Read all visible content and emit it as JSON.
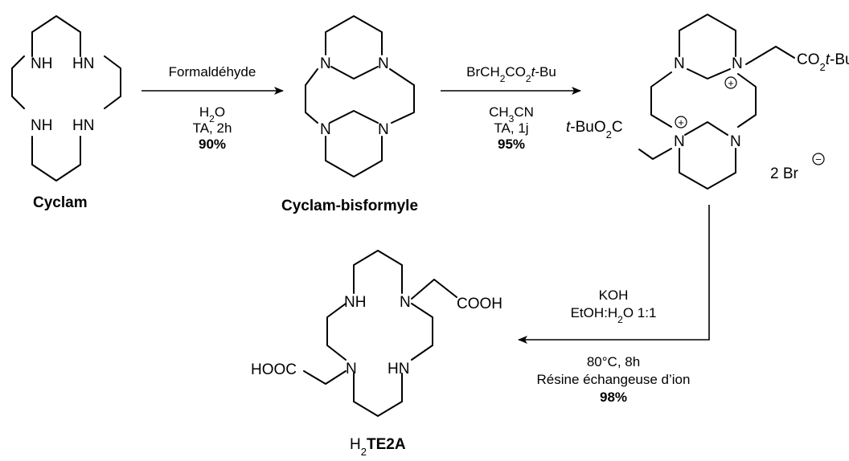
{
  "compounds": {
    "cyclam": {
      "name": "Cyclam",
      "atoms": [
        "NH",
        "HN",
        "NH",
        "HN"
      ]
    },
    "bisformyl": {
      "name": "Cyclam-bisformyle",
      "atoms": [
        "N",
        "N",
        "N",
        "N"
      ]
    },
    "intermediate": {
      "atoms": [
        "N",
        "N",
        "N",
        "N"
      ],
      "charge": "+",
      "sub_right": "CO",
      "sub_right_sub": "2",
      "sub_right_tail": "t",
      "sub_right_tail2": "-Bu",
      "sub_left_t": "t",
      "sub_left": "-BuO",
      "sub_left_sub": "2",
      "sub_left_tail": "C",
      "counterion_num": "2 Br",
      "counterion_charge": "−"
    },
    "product": {
      "name_h": "H",
      "name_sub": "2",
      "name_bold": "TE2A",
      "atoms": [
        "NH",
        "N",
        "N",
        "HN"
      ],
      "acid_right": "COOH",
      "acid_left": "HOOC"
    }
  },
  "steps": [
    {
      "reagent": "Formaldéhyde",
      "cond_h": "H",
      "cond_sub": "2",
      "cond_o": "O",
      "time": "TA, 2h",
      "yield": "90%"
    },
    {
      "reagent_a": "BrCH",
      "reagent_sub1": "2",
      "reagent_b": "CO",
      "reagent_sub2": "2",
      "reagent_t": "t",
      "reagent_c": "-Bu",
      "solvent": "CH",
      "solvent_sub": "3",
      "solvent_b": "CN",
      "time": "TA, 1j",
      "yield": "95%"
    },
    {
      "reagent": "KOH",
      "solvent_a": "EtOH:H",
      "solvent_sub": "2",
      "solvent_b": "O 1:1",
      "time": "80°C, 8h",
      "resin": "Résine échangeuse d’ion",
      "yield": "98%"
    }
  ]
}
